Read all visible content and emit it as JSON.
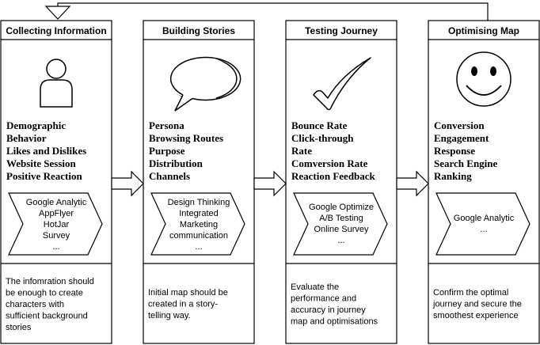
{
  "stages": [
    {
      "title": "Collecting Information",
      "icon": "person-icon",
      "metrics": [
        "Demographic",
        "Behavior",
        "Likes and Dislikes",
        "Website Session",
        "Positive Reaction"
      ],
      "tools": [
        "Google Analytic",
        "AppFlyer",
        "HotJar",
        "Survey",
        "..."
      ],
      "note": [
        "The infomration should",
        "be enough to create",
        "characters with",
        "sufficient background",
        "stories"
      ]
    },
    {
      "title": "Building Stories",
      "icon": "speech-bubble-icon",
      "metrics": [
        "Persona",
        "Browsing Routes",
        "Purpose",
        "Distribution",
        "Channels"
      ],
      "tools": [
        "Design Thinking",
        "Integrated",
        "Marketing",
        "communication",
        "..."
      ],
      "note": [
        "Initial map should be",
        "created in a story-",
        "telling way."
      ]
    },
    {
      "title": "Testing Journey",
      "icon": "checkmark-icon",
      "metrics": [
        "Bounce Rate",
        "Click-through",
        "Rate",
        "Comversion Rate",
        "Reaction Feedback"
      ],
      "tools": [
        "Google Optimize",
        "A/B Testing",
        "Online Survey",
        "..."
      ],
      "note": [
        "Evaluate the",
        "performance and",
        "accuracy in journey",
        "map and optimisations"
      ]
    },
    {
      "title": "Optimising Map",
      "icon": "smiley-icon",
      "metrics": [
        "Conversion",
        "Engagement",
        "Response",
        "Search Engine",
        "Ranking"
      ],
      "tools": [
        "Google Analytic",
        "..."
      ],
      "note": [
        "Confirm the optimal",
        "journey and secure the",
        "smoothest experience"
      ]
    }
  ]
}
